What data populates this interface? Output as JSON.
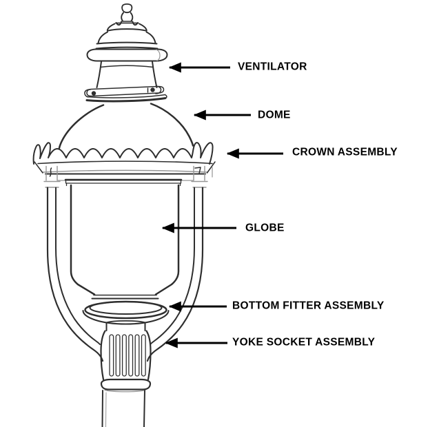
{
  "diagram": {
    "subject": "street lamp luminaire parts line drawing",
    "type": "labeled-illustration"
  },
  "labels": [
    {
      "id": "ventilator",
      "text": "VENTILATOR"
    },
    {
      "id": "dome",
      "text": "DOME"
    },
    {
      "id": "crown",
      "text": "CROWN ASSEMBLY"
    },
    {
      "id": "globe",
      "text": "GLOBE"
    },
    {
      "id": "bottom-fitter",
      "text": "BOTTOM FITTER ASSEMBLY"
    },
    {
      "id": "yoke-socket",
      "text": "YOKE SOCKET ASSEMBLY"
    }
  ],
  "colors": {
    "background": "#ffffff",
    "line_color": "#2e2e2e",
    "frame_line_color": "#949494",
    "label_color": "#000000",
    "arrow_color": "#000000"
  }
}
